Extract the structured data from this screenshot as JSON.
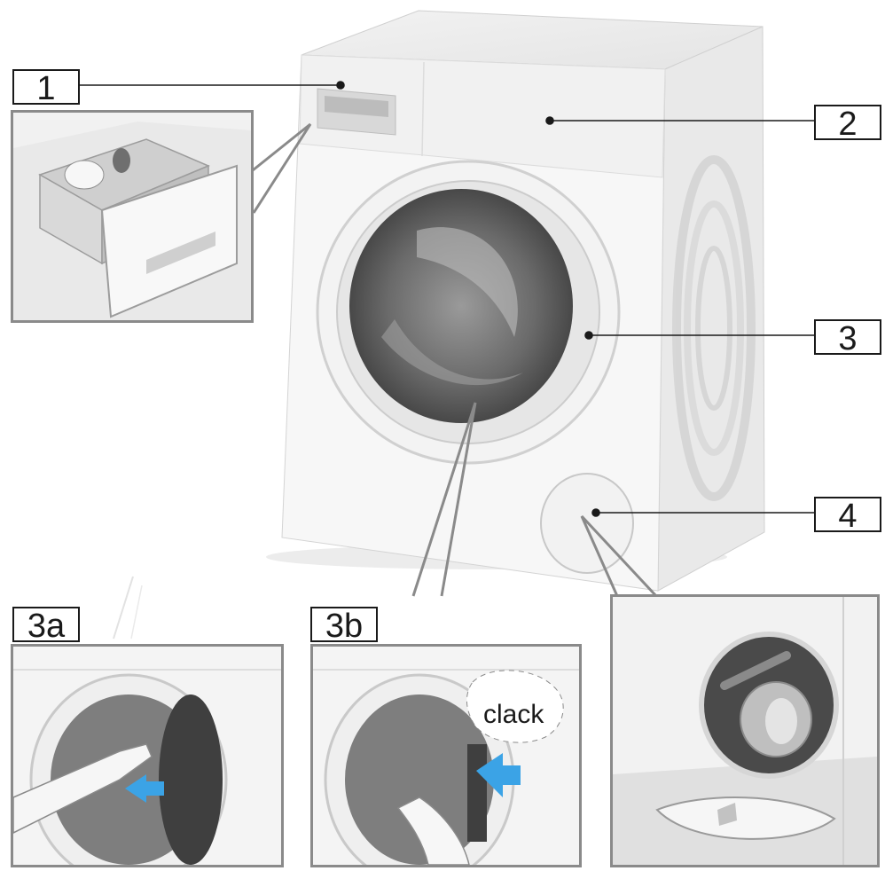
{
  "labels": {
    "l1": "1",
    "l2": "2",
    "l3": "3",
    "l4": "4",
    "l3a": "3a",
    "l3b": "3b"
  },
  "annotations": {
    "clack": "clack"
  },
  "colors": {
    "outline": "#8a8a8a",
    "machine_body": "#f7f7f7",
    "machine_side": "#e6e6e6",
    "drum_dark": "#555555",
    "arrow_blue": "#3ba3e6"
  }
}
